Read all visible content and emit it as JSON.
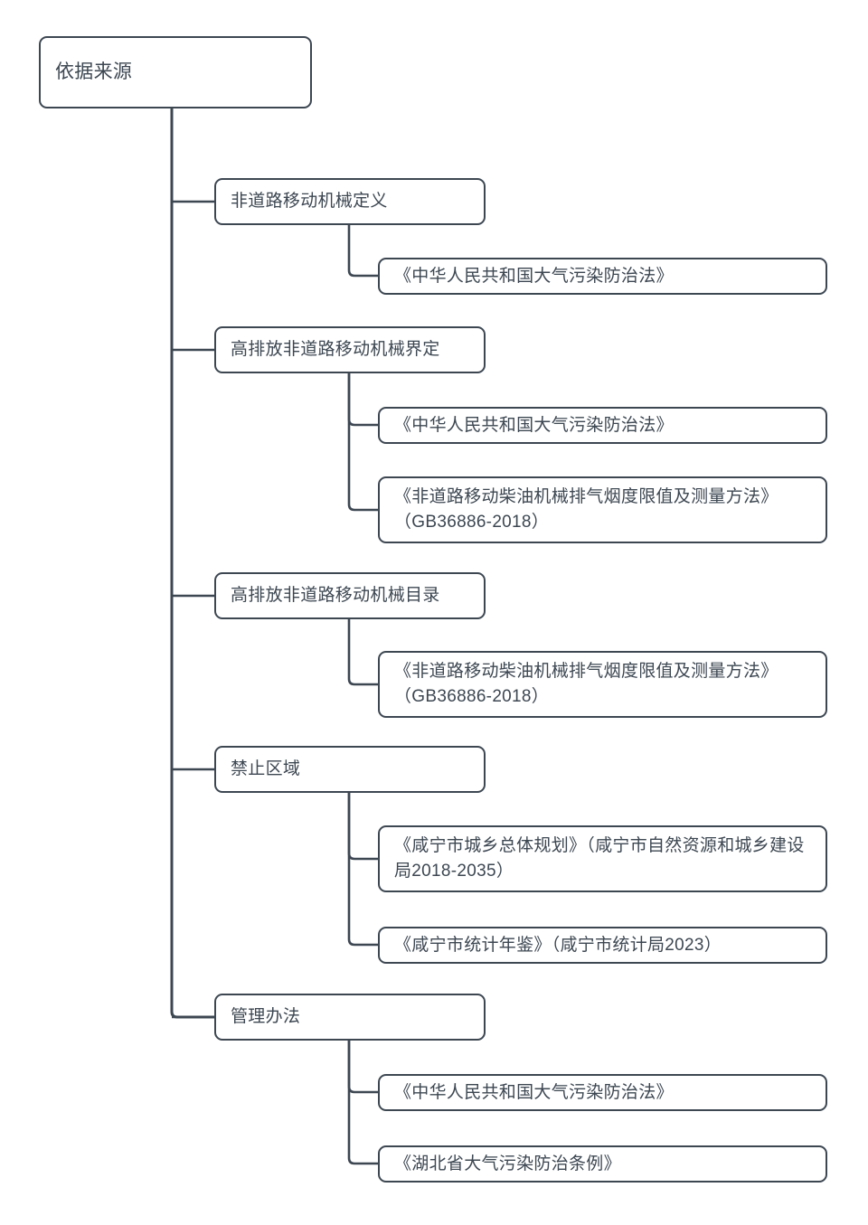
{
  "diagram": {
    "type": "tree",
    "title": "依据来源",
    "palette": {
      "stroke": "#3d4752",
      "fill": "#ffffff",
      "text": "#3d4752",
      "background": "#ffffff"
    },
    "root": {
      "label": "依据来源"
    },
    "branches": [
      {
        "label": "非道路移动机械定义",
        "children": [
          {
            "label": "《中华人民共和国大气污染防治法》"
          }
        ]
      },
      {
        "label": "高排放非道路移动机械界定",
        "children": [
          {
            "label": "《中华人民共和国大气污染防治法》"
          },
          {
            "label": "《非道路移动柴油机械排气烟度限值及测量方法》（GB36886-2018）"
          }
        ]
      },
      {
        "label": "高排放非道路移动机械目录",
        "children": [
          {
            "label": "《非道路移动柴油机械排气烟度限值及测量方法》（GB36886-2018）"
          }
        ]
      },
      {
        "label": "禁止区域",
        "children": [
          {
            "label": "《咸宁市城乡总体规划》（咸宁市自然资源和城乡建设局2018-2035）"
          },
          {
            "label": "《咸宁市统计年鉴》（咸宁市统计局2023）"
          }
        ]
      },
      {
        "label": "管理办法",
        "children": [
          {
            "label": "《中华人民共和国大气污染防治法》"
          },
          {
            "label": "《湖北省大气污染防治条例》"
          }
        ]
      }
    ]
  }
}
